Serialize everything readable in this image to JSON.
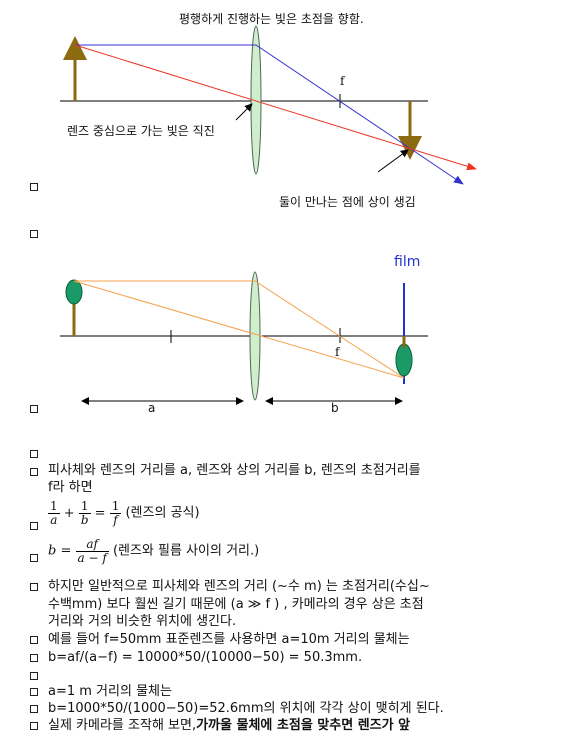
{
  "diagram1": {
    "top_caption": "평행하게 진행하는 빛은 초점을 향함.",
    "focal_label": "f",
    "center_caption": "렌즈 중심으로 가는 빛은 직진",
    "meet_caption": "둘이 만나는 점에 상이 생김"
  },
  "diagram2": {
    "film_label": "film",
    "focal_label": "f",
    "a_label": "a",
    "b_label": "b",
    "colors": {
      "axis": "#000000",
      "lens": "#cfeecc",
      "ray": "#f5a04a",
      "film": "#2233cc",
      "object": "#1a9a66",
      "stem": "#8b6a10"
    }
  },
  "text": {
    "line1a": "피사체와 렌즈의 거리를 a, 렌즈와 상의 거리를 b, 렌즈의 초점거리를",
    "line1b": "f라 하면",
    "eq1_n1": "1",
    "eq1_d1": "a",
    "eq1_n2": "1",
    "eq1_d2": "b",
    "eq1_n3": "1",
    "eq1_d3": "f",
    "eq1_note": "(렌즈의 공식)",
    "eq2_lhs": "b",
    "eq2_num": "af",
    "eq2_den": "a − f",
    "eq2_note": "(렌즈와 필름 사이의 거리.)",
    "line3a": "하지만 일반적으로 피사체와 렌즈의 거리 (~수 m) 는 초점거리(수십~",
    "line3b": "수백mm) 보다 훨씬 길기 때문에 (a ≫ f ) , 카메라의 경우 상은 초점",
    "line3c": "거리와 거의 비슷한 위치에 생긴다.",
    "line4": "예를 들어 f=50mm 표준렌즈를 사용하면 a=10m 거리의 물체는",
    "line5": "b=af/(a−f) = 10000*50/(10000−50) = 50.3mm.",
    "line6": "a=1 m 거리의 물체는",
    "line7": "b=1000*50/(1000−50)=52.6mm의 위치에 각각 상이 맺히게 된다.",
    "line8_plain": "실제 카메라를 조작해 보면,",
    "line8_bold": "가까울 물체에 초점을 맞추면 렌즈가 앞"
  }
}
